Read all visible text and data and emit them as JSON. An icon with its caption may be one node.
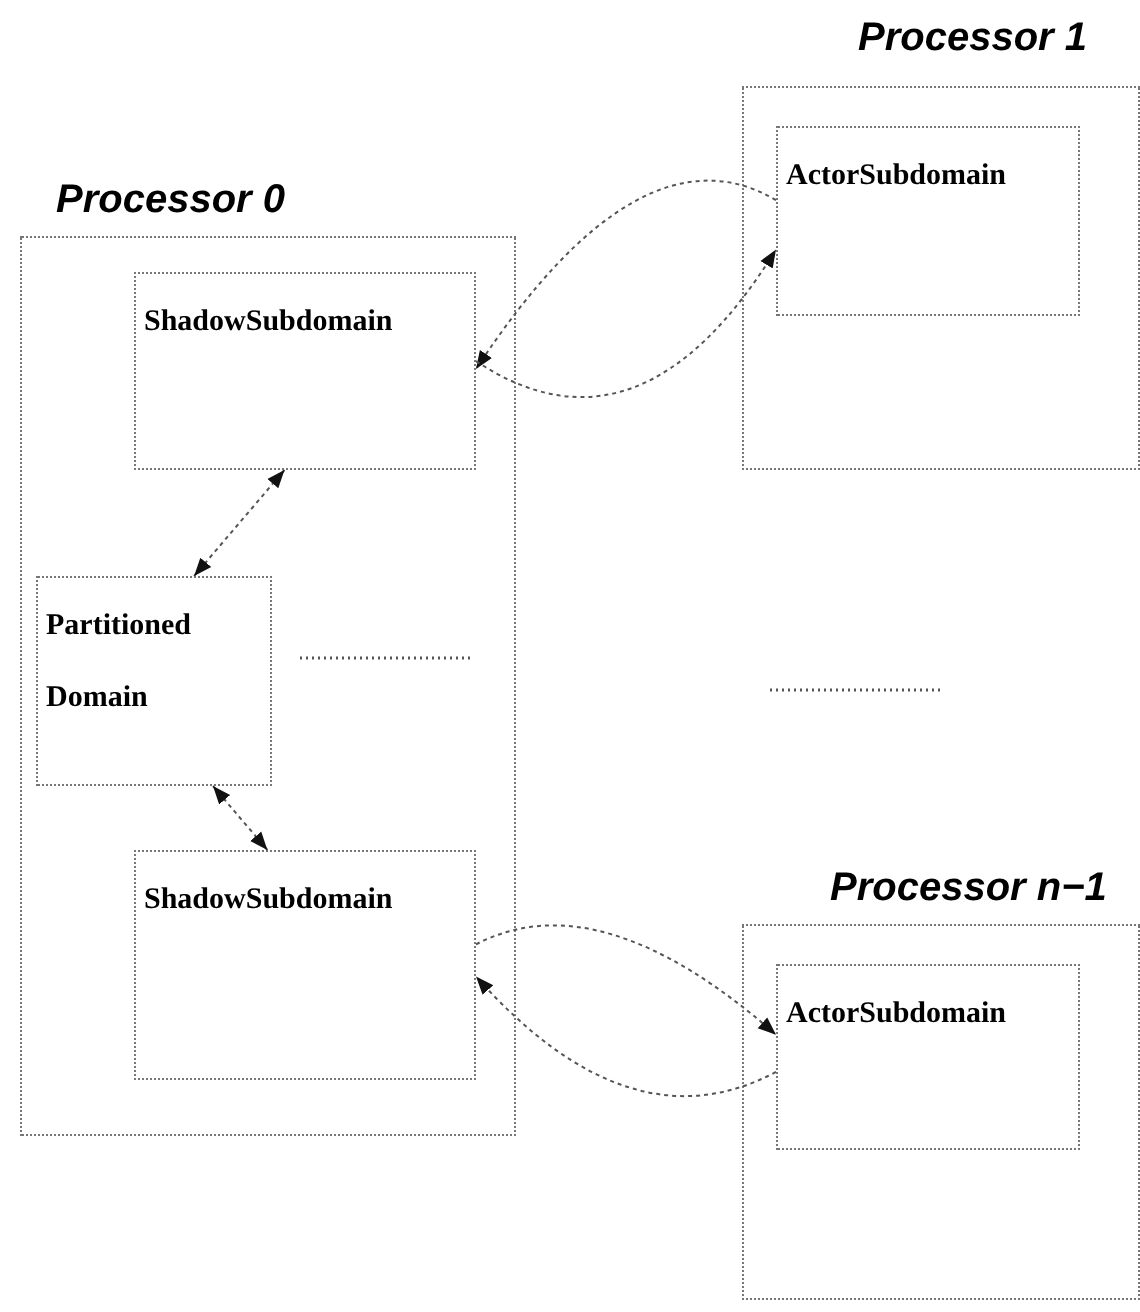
{
  "diagram": {
    "nodes": [
      {
        "text": [
          "Processor 0"
        ]
      },
      {
        "text": [
          "ShadowSubdomain"
        ],
        "in": 0
      },
      {
        "text": [
          "Partitioned Domain"
        ],
        "in": 0
      },
      {
        "text": [
          "ShadowSubdomain"
        ],
        "in": 0
      },
      {
        "text": [
          "Processor 1"
        ]
      },
      {
        "text": [
          "ActorSubdomain"
        ],
        "in": 4
      },
      {
        "text": [
          "Processor n−1"
        ]
      },
      {
        "text": [
          "ActorSubdomain"
        ],
        "in": 6
      }
    ],
    "edges": [
      {
        "from": 5,
        "to": 1,
        "arrow": "to"
      },
      {
        "from": 1,
        "to": 5,
        "arrow": "to"
      },
      {
        "from": 2,
        "to": 1,
        "arrow": "both"
      },
      {
        "from": 2,
        "to": 3,
        "arrow": "both"
      },
      {
        "from": 3,
        "to": 7,
        "arrow": "to"
      },
      {
        "from": 7,
        "to": 3,
        "arrow": "to"
      }
    ]
  }
}
